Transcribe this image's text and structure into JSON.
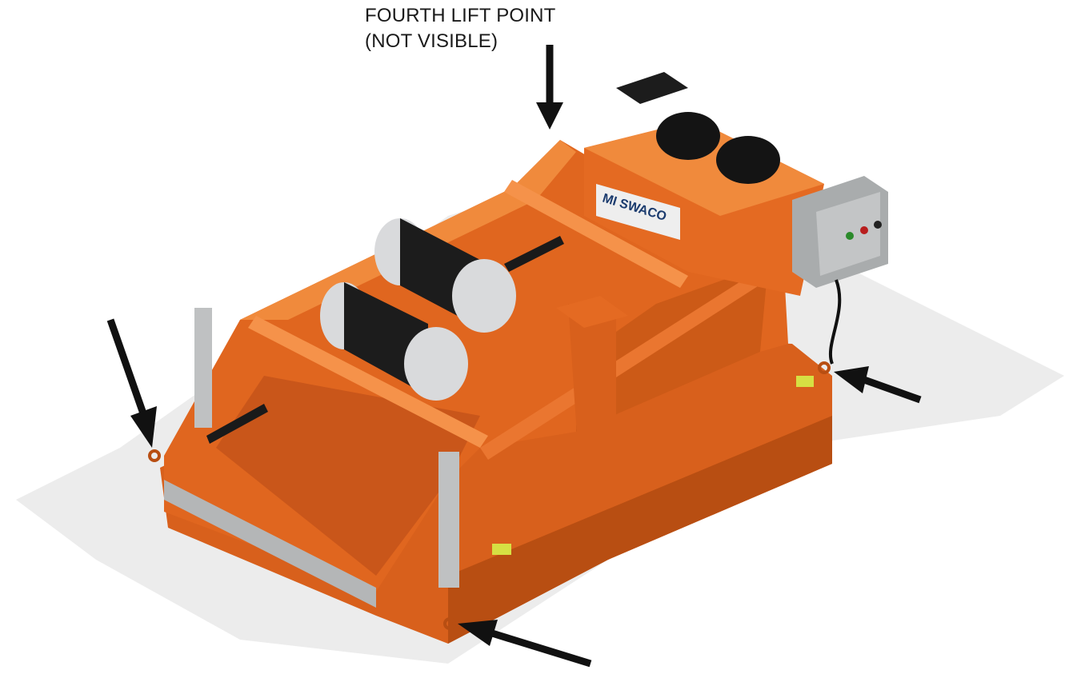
{
  "callout": {
    "line1": "FOURTH LIFT POINT",
    "line2": "(NOT VISIBLE)"
  },
  "logo_text": "MI SWACO",
  "colors": {
    "frame_orange": "#e0661f",
    "frame_orange_dark": "#b74c12",
    "frame_orange_light": "#f08a3c",
    "motor_black": "#1c1c1c",
    "motor_silver": "#d9dadc",
    "panel_gray": "#a9acad",
    "arrow": "#111111",
    "shadow": "#e9e9e9"
  },
  "arrows": [
    "top-arrow",
    "left-arrow",
    "right-arrow",
    "bottom-arrow"
  ]
}
